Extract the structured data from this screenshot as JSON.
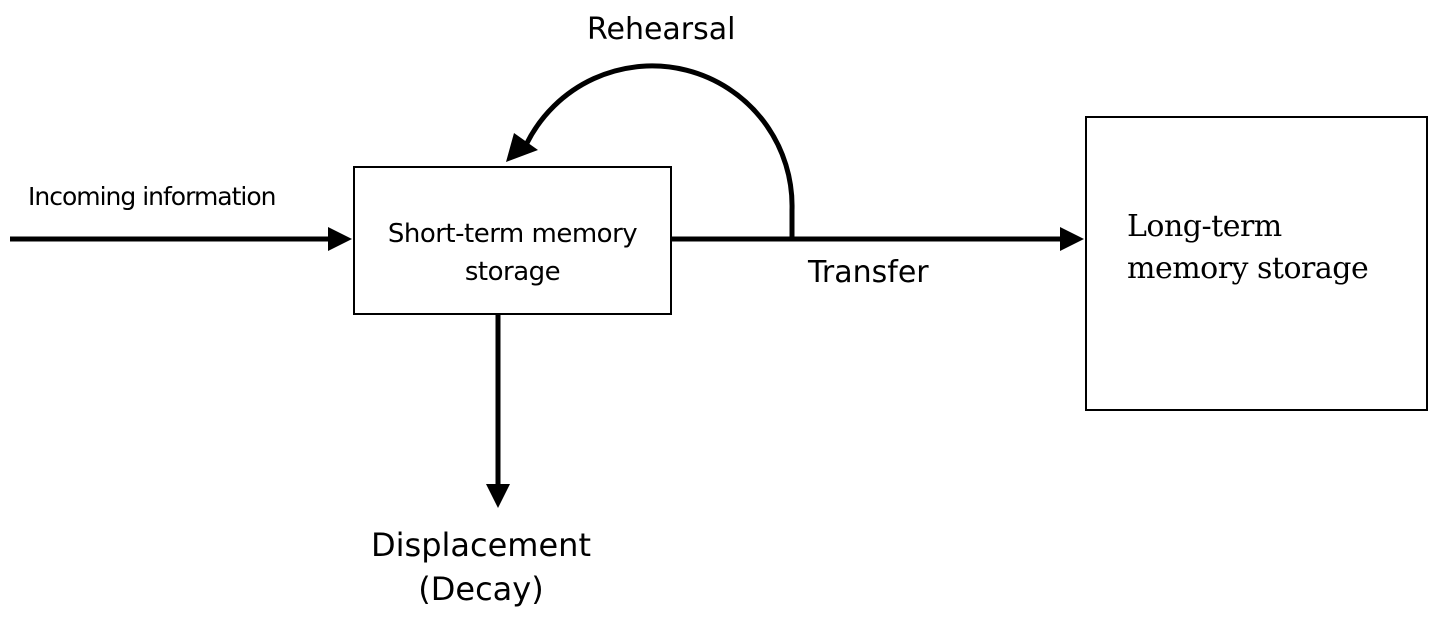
{
  "diagram": {
    "nodes": {
      "short_term": {
        "lines": [
          "Short-term memory",
          "storage"
        ]
      },
      "long_term": {
        "lines": [
          "Long-term",
          "memory storage"
        ]
      }
    },
    "edges": {
      "incoming": {
        "label": "Incoming information"
      },
      "rehearsal": {
        "label": "Rehearsal"
      },
      "transfer": {
        "label": "Transfer"
      },
      "displacement": {
        "lines": [
          "Displacement",
          "(Decay)"
        ]
      }
    },
    "colors": {
      "stroke": "#000000",
      "background": "#ffffff"
    }
  }
}
